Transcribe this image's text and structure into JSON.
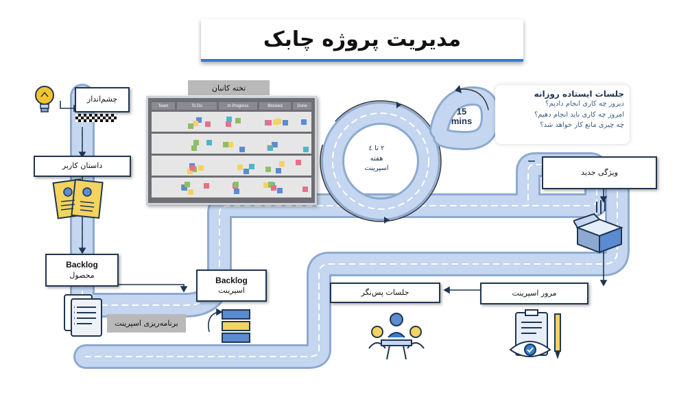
{
  "title": "مدیریت پروژه چابک",
  "steps": {
    "vision": "چشم‌انداز",
    "user_story": "داستان کاربر",
    "product_backlog_en": "Backlog",
    "product_backlog_fa": "محصول",
    "sprint_backlog_en": "Backlog",
    "sprint_backlog_fa": "اسپرینت",
    "sprint_planning": "برنامه‌ریزی اسپرینت",
    "kanban_board": "تخته کانبان",
    "new_feature": "ویژگی جدید",
    "sprint_review": "مرور اسپرینت",
    "retrospective": "جلسات پس‌نگر"
  },
  "sprint": {
    "duration": "۲ تا ٤",
    "unit": "هفته",
    "label": "اسپرینت"
  },
  "standup": {
    "timer_value": "15",
    "timer_unit": "mins",
    "heading": "جلسات ایستاده روزانه",
    "q1": "دیروز چه کاری انجام دادیم؟",
    "q2": "امروز چه کاری باید انجام دهیم؟",
    "q3": "چه چیزی مانع کار خواهد شد؟"
  },
  "kanban": {
    "columns": [
      "Team",
      "To Do",
      "In Progress",
      "Blocked",
      "Done"
    ]
  },
  "icons": [
    "lightbulb-icon",
    "documents-icon",
    "checklist-icon",
    "stack-icon",
    "box-icon",
    "meeting-icon",
    "review-clipboard-icon",
    "pencil-icon"
  ],
  "colors": {
    "road": "#c4d6f0",
    "road_edge": "#8da9cf",
    "dark": "#1f3550",
    "accent": "#2f7fd0"
  }
}
